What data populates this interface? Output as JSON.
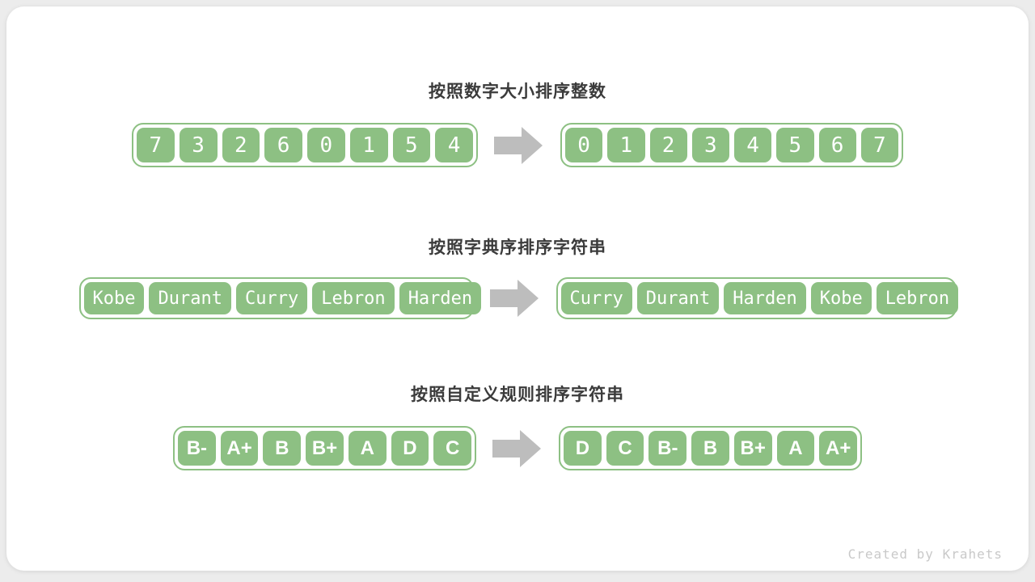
{
  "colors": {
    "green": "#8dc083",
    "arrow_gray": "#bdbdbd",
    "title_color": "#3b3b3b",
    "card_bg": "#ffffff",
    "page_bg": "#ececec",
    "cell_text": "#ffffff",
    "credit_color": "#c9c9c9"
  },
  "sections": [
    {
      "title": "按照数字大小排序整数",
      "before": [
        "7",
        "3",
        "2",
        "6",
        "0",
        "1",
        "5",
        "4"
      ],
      "after": [
        "0",
        "1",
        "2",
        "3",
        "4",
        "5",
        "6",
        "7"
      ]
    },
    {
      "title": "按照字典序排序字符串",
      "before": [
        "Kobe",
        "Durant",
        "Curry",
        "Lebron",
        "Harden"
      ],
      "after": [
        "Curry",
        "Durant",
        "Harden",
        "Kobe",
        "Lebron"
      ]
    },
    {
      "title": "按照自定义规则排序字符串",
      "before": [
        "B-",
        "A+",
        "B",
        "B+",
        "A",
        "D",
        "C"
      ],
      "after": [
        "D",
        "C",
        "B-",
        "B",
        "B+",
        "A",
        "A+"
      ]
    }
  ],
  "footer": {
    "credit": "Created by Krahets"
  }
}
